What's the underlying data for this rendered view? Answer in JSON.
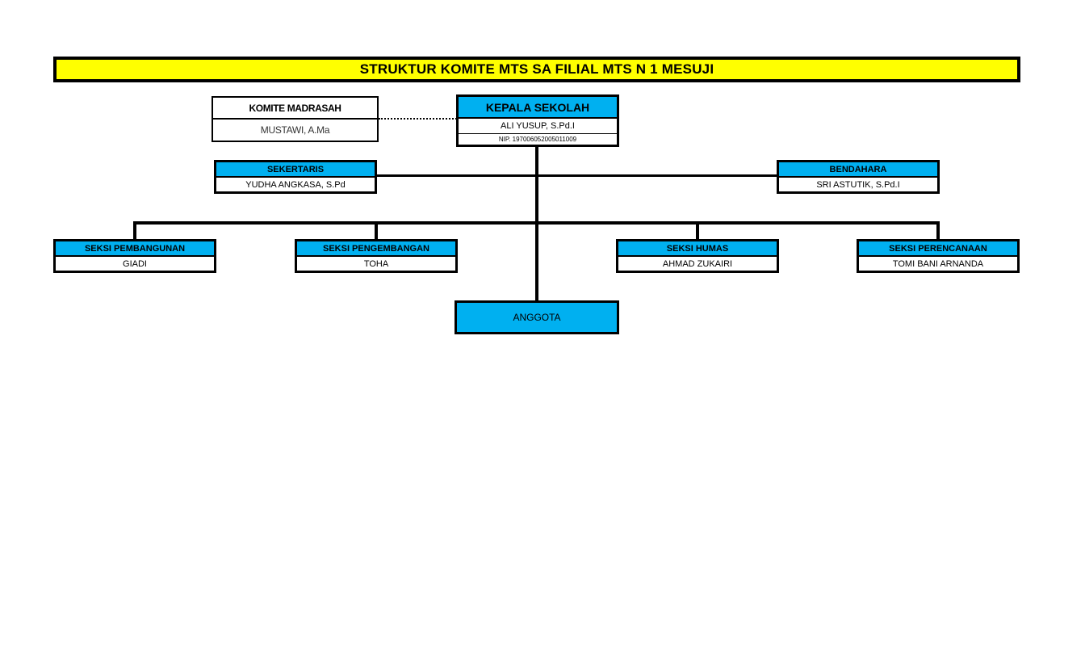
{
  "title": "STRUKTUR KOMITE MTS SA FILIAL MTS N 1 MESUJI",
  "komite": {
    "label": "KOMITE MADRASAH",
    "name": "MUSTAWI, A.Ma"
  },
  "kepala": {
    "label": "KEPALA SEKOLAH",
    "name": "ALI YUSUP, S.Pd.I",
    "nip": "NIP. 197006052005011009"
  },
  "sekertaris": {
    "label": "SEKERTARIS",
    "name": "YUDHA ANGKASA, S.Pd"
  },
  "bendahara": {
    "label": "BENDAHARA",
    "name": "SRI ASTUTIK, S.Pd.I"
  },
  "seksi": [
    {
      "label": "SEKSI PEMBANGUNAN",
      "name": "GIADI"
    },
    {
      "label": "SEKSI PENGEMBANGAN",
      "name": "TOHA"
    },
    {
      "label": "SEKSI HUMAS",
      "name": "AHMAD ZUKAIRI"
    },
    {
      "label": "SEKSI PERENCANAAN",
      "name": "TOMI BANI ARNANDA"
    }
  ],
  "anggota": "ANGGOTA",
  "colors": {
    "header_fill": "#00b0f0",
    "title_fill": "#ffff00"
  }
}
